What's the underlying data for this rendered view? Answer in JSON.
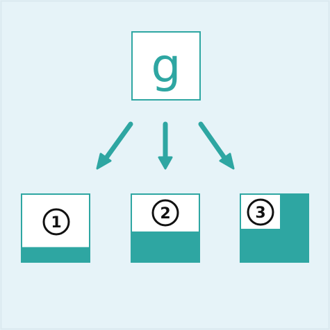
{
  "colors": {
    "background": "#e6f3f8",
    "border": "#dbe9ef",
    "accent": "#2ea6a2",
    "box": "#ffffff",
    "text": "#111111"
  },
  "root": {
    "letter": "g"
  },
  "children": [
    {
      "label": "1",
      "fill": 0.22
    },
    {
      "label": "2",
      "fill": 0.45
    },
    {
      "label": "3",
      "fill": 0.75
    }
  ]
}
